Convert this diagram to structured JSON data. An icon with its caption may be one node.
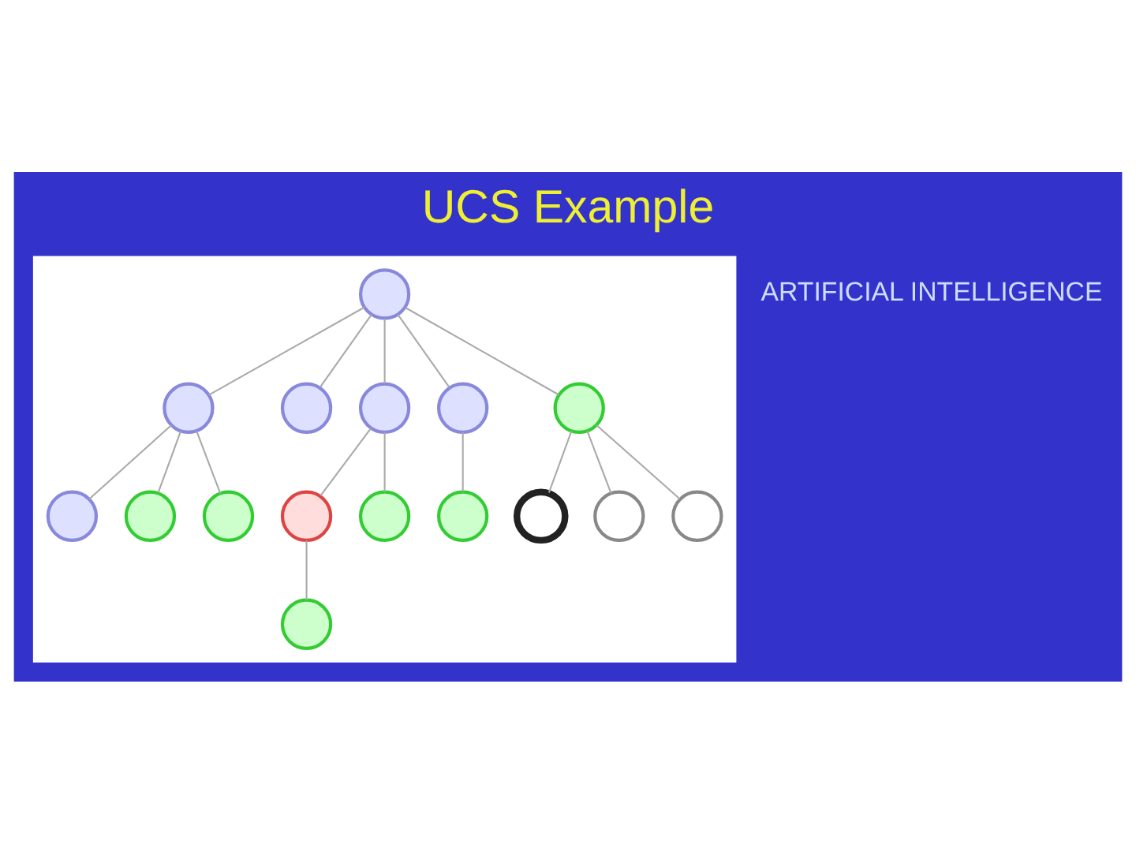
{
  "diagram": {
    "title": "UCS Example",
    "nodes": [
      {
        "text": [],
        "shape": "box"
      },
      {
        "text": [],
        "shape": "circle",
        "in": 0
      },
      {
        "text": [],
        "shape": "circle",
        "in": 0
      },
      {
        "text": [],
        "shape": "circle",
        "in": 0
      },
      {
        "text": [],
        "shape": "circle",
        "in": 0
      },
      {
        "text": [],
        "shape": "circle",
        "in": 0
      },
      {
        "text": [],
        "shape": "circle",
        "in": 0
      },
      {
        "text": [],
        "shape": "circle",
        "in": 0
      },
      {
        "text": [],
        "shape": "circle",
        "in": 0
      },
      {
        "text": [],
        "shape": "circle",
        "in": 0
      },
      {
        "text": [],
        "shape": "circle",
        "in": 0
      },
      {
        "text": [],
        "shape": "circle",
        "in": 0
      },
      {
        "text": [],
        "shape": "circle",
        "in": 0
      },
      {
        "text": [],
        "shape": "circle",
        "in": 0
      },
      {
        "text": [],
        "shape": "circle",
        "in": 0
      },
      {
        "text": [],
        "shape": "circle",
        "in": 0
      },
      {
        "text": [],
        "shape": "circle",
        "in": 0
      }
    ],
    "edges": [
      {
        "from": 1,
        "to": 2,
        "arrow": "none"
      },
      {
        "from": 1,
        "to": 3,
        "arrow": "none"
      },
      {
        "from": 1,
        "to": 4,
        "arrow": "none"
      },
      {
        "from": 1,
        "to": 5,
        "arrow": "none"
      },
      {
        "from": 1,
        "to": 6,
        "arrow": "none"
      },
      {
        "from": 2,
        "to": 7,
        "arrow": "none"
      },
      {
        "from": 2,
        "to": 8,
        "arrow": "none"
      },
      {
        "from": 2,
        "to": 9,
        "arrow": "none"
      },
      {
        "from": 4,
        "to": 10,
        "arrow": "none"
      },
      {
        "from": 4,
        "to": 11,
        "arrow": "none"
      },
      {
        "from": 5,
        "to": 12,
        "arrow": "none"
      },
      {
        "from": 6,
        "to": 13,
        "arrow": "none"
      },
      {
        "from": 6,
        "to": 14,
        "arrow": "none"
      },
      {
        "from": 6,
        "to": 15,
        "arrow": "none"
      },
      {
        "from": 10,
        "to": 16,
        "arrow": "none"
      }
    ],
    "labels": [
      "ARTIFICIAL INTELLIGENCE"
    ]
  }
}
